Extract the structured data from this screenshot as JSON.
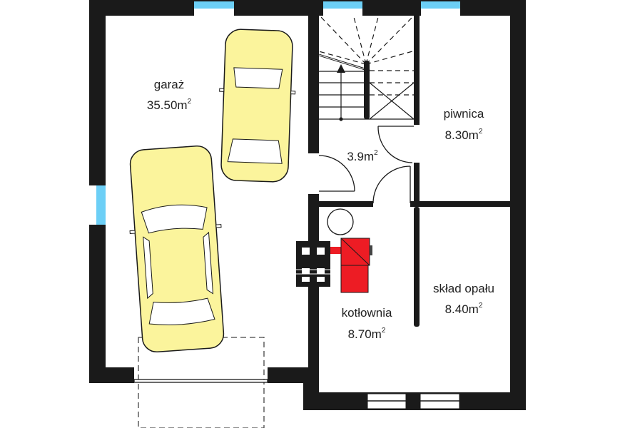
{
  "rooms": [
    {
      "name": "garaż",
      "area": "35.50m",
      "unit_sup": "2"
    },
    {
      "name": "",
      "area": "3.9m",
      "unit_sup": "2"
    },
    {
      "name": "piwnica",
      "area": "8.30m",
      "unit_sup": "2"
    },
    {
      "name": "skład opału",
      "area": "8.40m",
      "unit_sup": "2"
    },
    {
      "name": "kotłownia",
      "area": "8.70m",
      "unit_sup": "2"
    }
  ],
  "colors": {
    "wall": "#1a1a1a",
    "window_glass": "#6ccff6",
    "car": "#fbf49c",
    "boiler": "#ed1c24"
  }
}
